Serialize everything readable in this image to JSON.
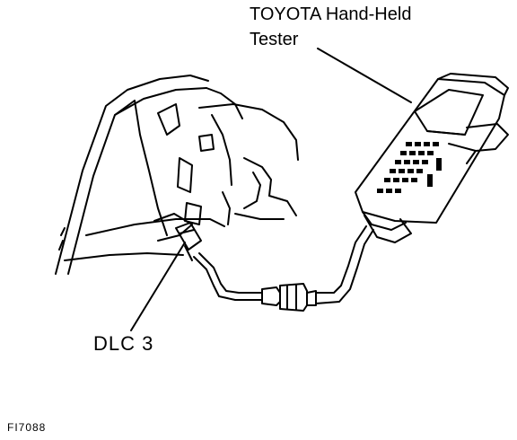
{
  "labels": {
    "tester_line1": "TOYOTA Hand-Held",
    "tester_line2": "Tester",
    "connector": "DLC 3",
    "figure_id": "FI7088"
  },
  "icons": [
    "hand-held-tester-icon",
    "dlc3-connector-icon",
    "cable-icon",
    "car-interior-icon"
  ],
  "colors": {
    "ink": "#000000",
    "paper": "#ffffff"
  }
}
